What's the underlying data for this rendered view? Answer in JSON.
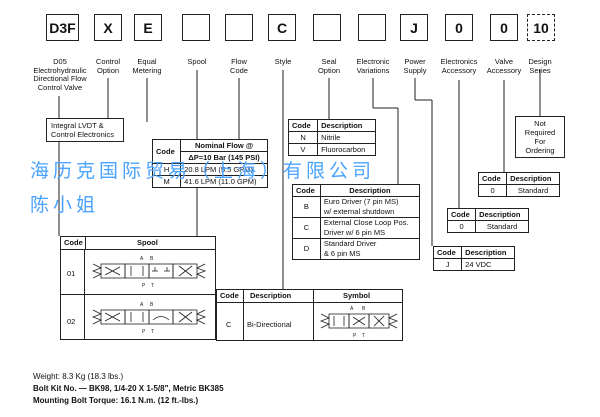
{
  "code_boxes": [
    "D3F",
    "X",
    "E",
    "",
    "",
    "C",
    "",
    "",
    "J",
    "0",
    "0",
    "10"
  ],
  "headings": {
    "d05": [
      "D05",
      "Electrohydraulic",
      "Directional Flow",
      "Control Valve"
    ],
    "control_option": [
      "Control",
      "Option"
    ],
    "equal_metering": [
      "Equal",
      "Metering"
    ],
    "spool": [
      "Spool"
    ],
    "flow_code": [
      "Flow",
      "Code"
    ],
    "style": [
      "Style"
    ],
    "seal_option": [
      "Seal",
      "Option"
    ],
    "electronic_variations": [
      "Electronic",
      "Variations"
    ],
    "power_supply": [
      "Power",
      "Supply"
    ],
    "electronics_accessory": [
      "Electronics",
      "Accessory"
    ],
    "valve_accessory": [
      "Valve",
      "Accessory"
    ],
    "design_series": [
      "Design",
      "Series"
    ]
  },
  "control_note": [
    "Integral LVDT &",
    "Control Electronics"
  ],
  "design_note": [
    "Not",
    "Required",
    "For",
    "Ordering"
  ],
  "flow_table": {
    "headers": [
      "Code",
      "Nominal Flow @",
      "ΔP=10 Bar (145 PSI)"
    ],
    "rows": [
      [
        "H",
        "20.8 LPM (5.5 GPM)"
      ],
      [
        "M",
        "41.6 LPM (11.0 GPM)"
      ]
    ]
  },
  "seal_table": {
    "headers": [
      "Code",
      "Description"
    ],
    "rows": [
      [
        "N",
        "Nitrile"
      ],
      [
        "V",
        "Fluorocarbon"
      ]
    ]
  },
  "electronic_table": {
    "headers": [
      "Code",
      "Description"
    ],
    "rows": [
      [
        "B",
        "Euro Driver (7 pin MS)",
        "w/ external shutdown"
      ],
      [
        "C",
        "External Close Loop Pos.",
        "Driver w/ 6 pin MS"
      ],
      [
        "D",
        "Standard Driver",
        "& 6 pin MS"
      ]
    ]
  },
  "valve_acc_table": {
    "headers": [
      "Code",
      "Description"
    ],
    "rows": [
      [
        "0",
        "Standard"
      ]
    ]
  },
  "elec_acc_table": {
    "headers": [
      "Code",
      "Description"
    ],
    "rows": [
      [
        "0",
        "Standard"
      ]
    ]
  },
  "power_table": {
    "headers": [
      "Code",
      "Description"
    ],
    "rows": [
      [
        "J",
        "24 VDC"
      ]
    ]
  },
  "spool_table": {
    "headers": [
      "Code",
      "Spool"
    ],
    "rows": [
      "01",
      "02"
    ]
  },
  "style_table": {
    "headers": [
      "Code",
      "Description",
      "Symbol"
    ],
    "rows": [
      [
        "C",
        "Bi-Directional"
      ]
    ]
  },
  "symbol_ports": {
    "a": "A",
    "b": "B",
    "p": "P",
    "t": "T"
  },
  "watermark": {
    "line1": "海历克国际贸易（上海）有限公司",
    "line2": "陈小姐"
  },
  "footer": {
    "weight": "Weight:  8.3 Kg (18.3 lbs.)",
    "bolt_kit": "Bolt Kit No. — BK98, 1/4-20 X 1-5/8\", Metric BK385",
    "torque": "Mounting Bolt Torque: 16.1 N.m. (12 ft.-lbs.)"
  }
}
